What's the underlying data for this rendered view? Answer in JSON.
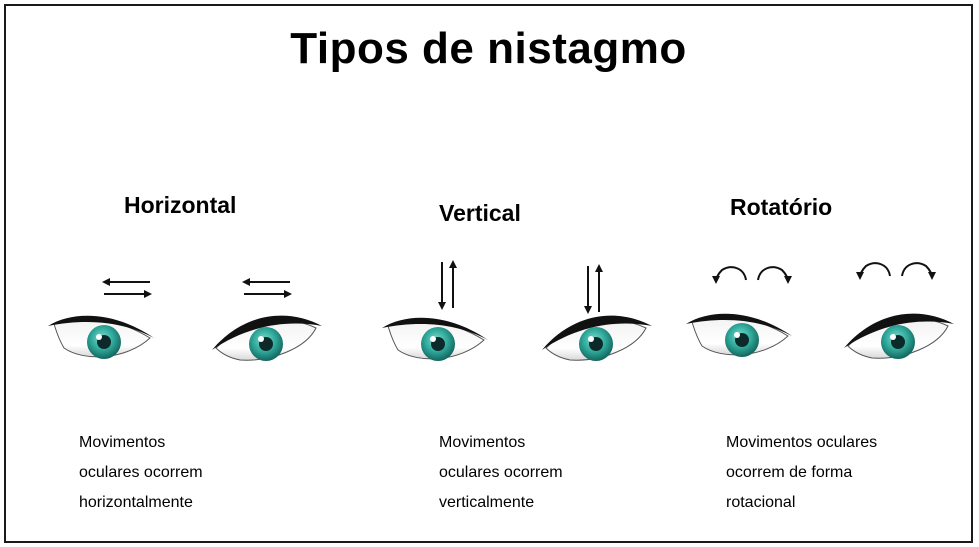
{
  "title": "Tipos de nistagmo",
  "columns": [
    {
      "heading": "Horizontal",
      "movement": "horizontal",
      "description": "Movimentos\noculares ocorrem\nhorizontalmente"
    },
    {
      "heading": "Vertical",
      "movement": "vertical",
      "description": "Movimentos\noculares ocorrem\nverticalmente"
    },
    {
      "heading": "Rotatório",
      "movement": "rotational",
      "description": "Movimentos oculares\nocorrem de forma\nrotacional"
    }
  ],
  "colors": {
    "iris": "#2fa89a",
    "pupil": "#0d2a2a",
    "eyelid": "#111111",
    "sclera": "#ffffff",
    "border": "#1a1a1a"
  },
  "icons": [
    "left-right-arrows-icon",
    "up-down-arrows-icon",
    "rotation-arrows-icon",
    "eye-icon"
  ]
}
